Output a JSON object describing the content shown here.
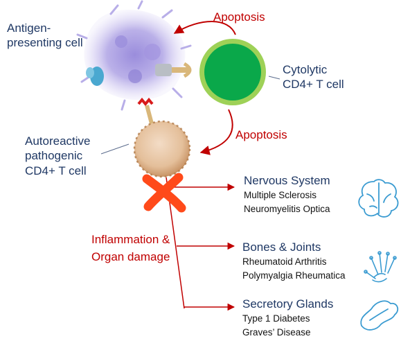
{
  "labels": {
    "apc_line1": "Antigen-",
    "apc_line2": "presenting cell",
    "apoptosis_top": "Apoptosis",
    "apoptosis_mid": "Apoptosis",
    "cytolytic_line1": "Cytolytic",
    "cytolytic_line2": "CD4+ T cell",
    "autoreactive_line1": "Autoreactive",
    "autoreactive_line2": "pathogenic",
    "autoreactive_line3": "CD4+ T cell",
    "inflammation_line1": "Inflammation &",
    "inflammation_line2": "Organ damage"
  },
  "systems": [
    {
      "name": "Nervous System",
      "diseases": [
        "Multiple Sclerosis",
        "Neuromyelitis Optica"
      ],
      "icon": "brain-icon"
    },
    {
      "name": "Bones & Joints",
      "diseases": [
        "Rheumatoid Arthritis",
        "Polymyalgia Rheumatica"
      ],
      "icon": "hand-bones-icon"
    },
    {
      "name": "Secretory Glands",
      "diseases": [
        "Type 1 Diabetes",
        "Graves’ Disease"
      ],
      "icon": "pancreas-icon"
    }
  ],
  "colors": {
    "label_navy": "#1f3864",
    "arrow_red": "#c00000",
    "cytolytic_fill": "#0aa84a",
    "cytolytic_ring": "#9ed157",
    "cross": "#ff4a1a",
    "icon_blue": "#3a9bd1",
    "apc_purple": "#a99de0",
    "autoreactive_cell": "#e8c6a2"
  }
}
